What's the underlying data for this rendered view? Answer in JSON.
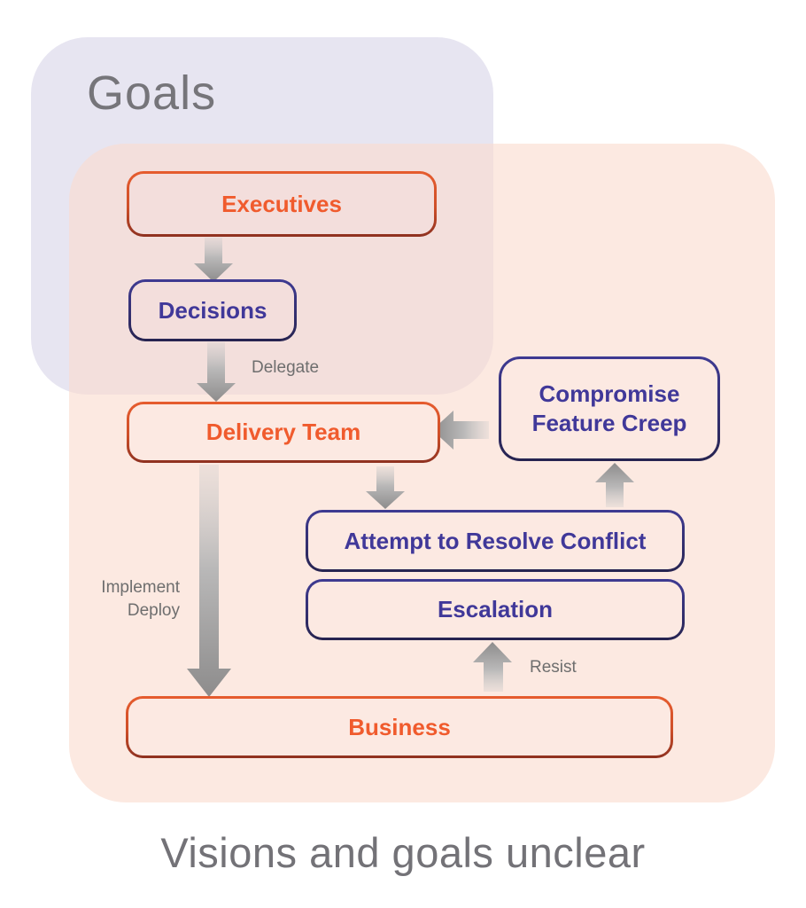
{
  "title": "Goals",
  "caption": "Visions and goals unclear",
  "nodes": {
    "executives": {
      "label": "Executives"
    },
    "decisions": {
      "label": "Decisions"
    },
    "delivery_team": {
      "label": "Delivery Team"
    },
    "compromise": {
      "line1": "Compromise",
      "line2": "Feature Creep"
    },
    "attempt": {
      "label": "Attempt to Resolve Conflict"
    },
    "escalation": {
      "label": "Escalation"
    },
    "business": {
      "label": "Business"
    }
  },
  "edge_labels": {
    "delegate": "Delegate",
    "implement": "Implement",
    "deploy": "Deploy",
    "resist": "Resist"
  },
  "colors": {
    "goals_region_bg": "#E7E5F1",
    "unclear_region_bg": "#FCE9E2",
    "overlap_bg": "#F3DEDC",
    "orange_accent": "#F05B2D",
    "orange_border_dark": "#8E3120",
    "indigo_accent": "#403899",
    "indigo_border_dark": "#262350",
    "arrow_gray_dark": "#8D8C8C",
    "arrow_gray_light": "#CCCBCB",
    "label_gray": "#6E6E6E",
    "title_gray": "#76757A"
  }
}
